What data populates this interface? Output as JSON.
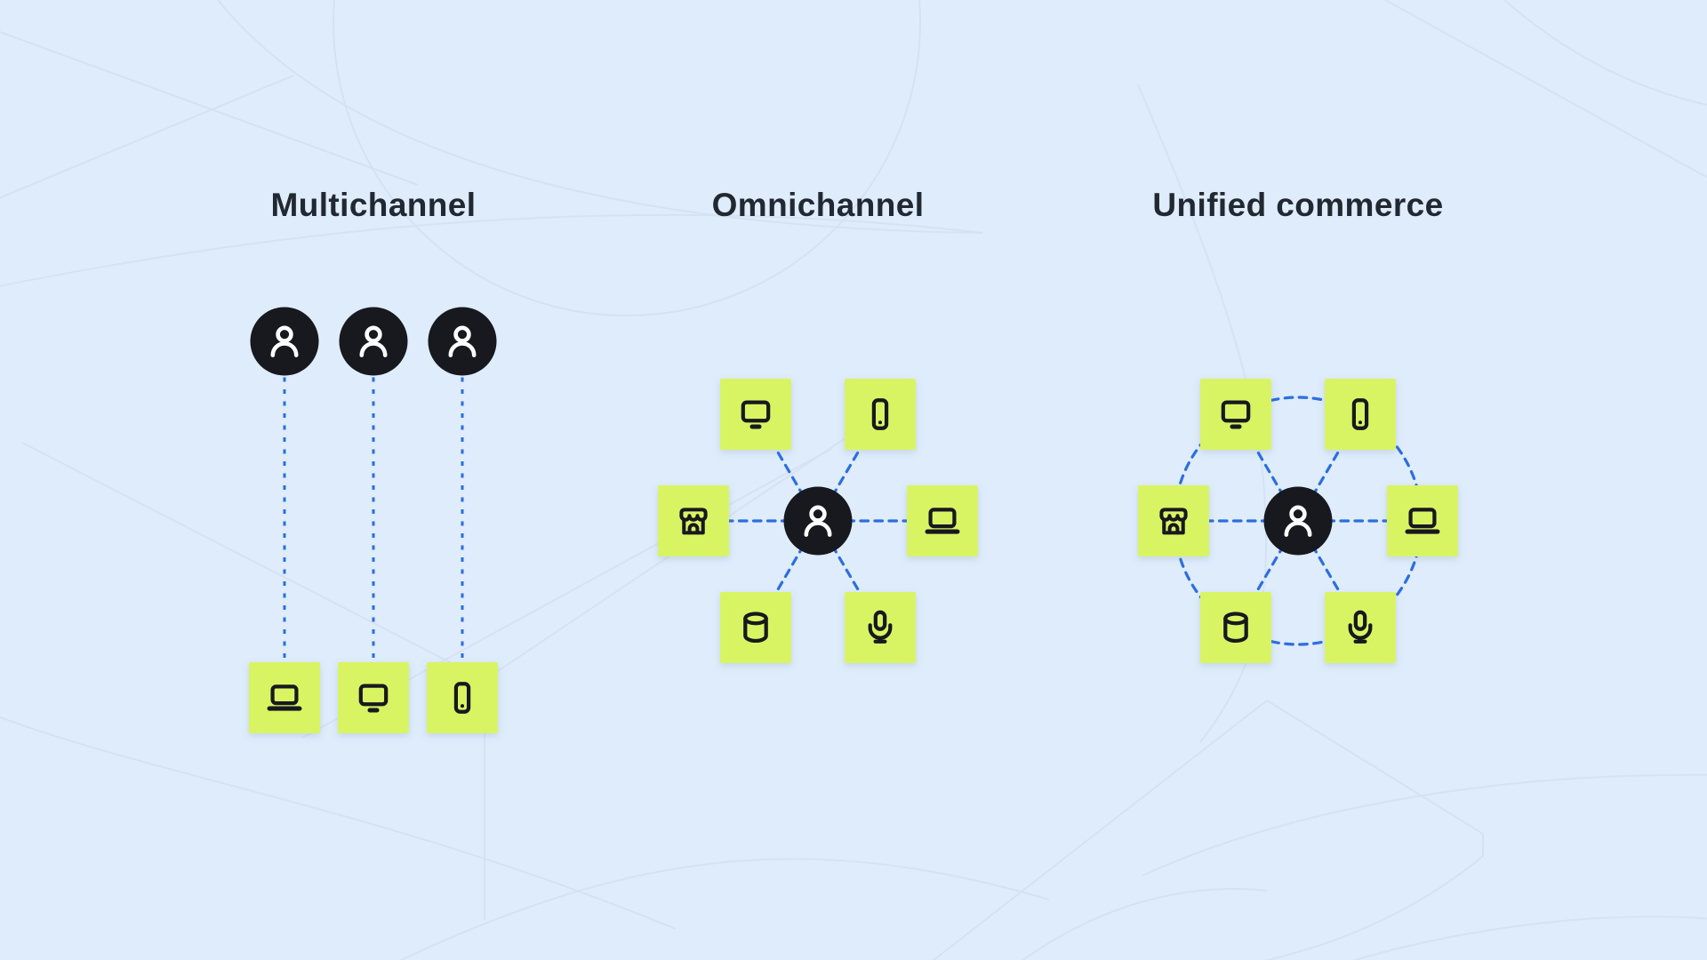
{
  "colors": {
    "background": "#deecfb",
    "pattern_line": "#d2dfee",
    "node_green": "#d9f464",
    "node_dark": "#17191e",
    "icon_on_dark": "#ffffff",
    "icon_on_green": "#17191e",
    "link_blue": "#2c6de2",
    "title_text": "#222831"
  },
  "sections": [
    {
      "id": "multichannel",
      "title": "Multichannel",
      "layout": "parallel",
      "customers": [
        {
          "icon": "person",
          "label": "customer"
        },
        {
          "icon": "person",
          "label": "customer"
        },
        {
          "icon": "person",
          "label": "customer"
        }
      ],
      "channels": [
        {
          "icon": "laptop",
          "label": "laptop"
        },
        {
          "icon": "monitor",
          "label": "desktop"
        },
        {
          "icon": "phone",
          "label": "smartphone"
        }
      ]
    },
    {
      "id": "omnichannel",
      "title": "Omnichannel",
      "layout": "hub",
      "ring": false,
      "center": {
        "icon": "person",
        "label": "customer"
      },
      "channels": [
        {
          "icon": "monitor",
          "label": "desktop"
        },
        {
          "icon": "phone",
          "label": "smartphone"
        },
        {
          "icon": "store",
          "label": "store"
        },
        {
          "icon": "laptop",
          "label": "laptop"
        },
        {
          "icon": "database",
          "label": "data"
        },
        {
          "icon": "microphone",
          "label": "voice"
        }
      ]
    },
    {
      "id": "unified-commerce",
      "title": "Unified commerce",
      "layout": "hub",
      "ring": true,
      "center": {
        "icon": "person",
        "label": "customer"
      },
      "channels": [
        {
          "icon": "monitor",
          "label": "desktop"
        },
        {
          "icon": "phone",
          "label": "smartphone"
        },
        {
          "icon": "store",
          "label": "store"
        },
        {
          "icon": "laptop",
          "label": "laptop"
        },
        {
          "icon": "database",
          "label": "data"
        },
        {
          "icon": "microphone",
          "label": "voice"
        }
      ]
    }
  ]
}
